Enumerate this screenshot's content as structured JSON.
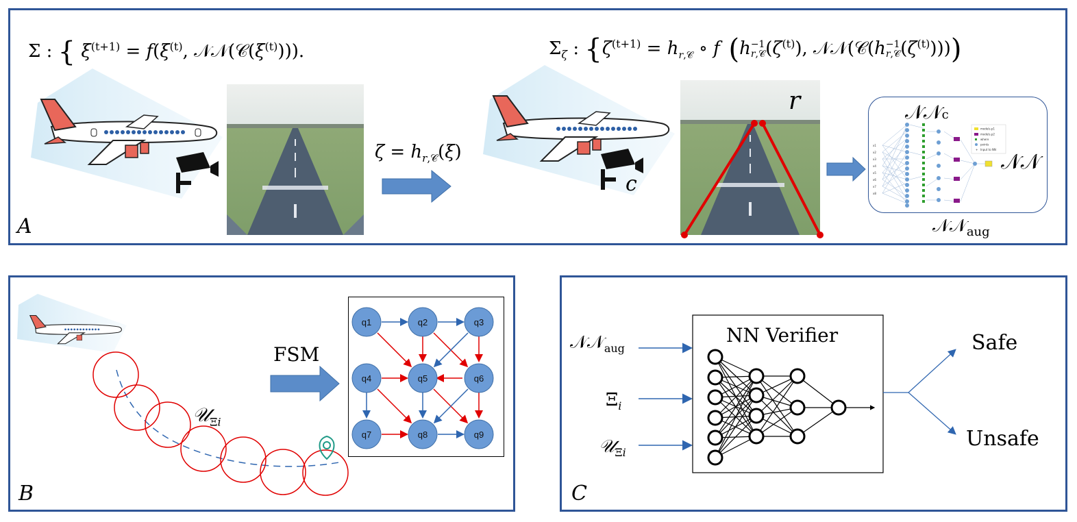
{
  "panel_a": {
    "letter": "A",
    "eq_left": "Σ : { ξ(t+1) = f(ξ(t), 𝒩𝒩(𝒞(ξ(t)))).",
    "eq_right": "Σζ : {ζ(t+1) = hr,𝒞 ∘ f (hr,𝒞−1(ζ(t)), 𝒩𝒩(𝒞(hr,𝒞−1(ζ(t)))))",
    "transform": "ζ = hr,𝒞(ξ)",
    "camera_label": "c",
    "runway_label": "r",
    "nn_c_label": "𝒩𝒩c",
    "nn_label": "𝒩𝒩",
    "nn_aug_label": "𝒩𝒩aug",
    "legend_items": [
      "models.p1",
      "models.p2",
      "where",
      "points",
      "Input to NN"
    ],
    "nn_inputs": [
      "x1",
      "x2",
      "x3",
      "x4",
      "x5",
      "x6",
      "x7",
      "x8"
    ]
  },
  "panel_b": {
    "letter": "B",
    "set_label": "𝒰Ξi",
    "fsm_label": "FSM",
    "states": [
      "q1",
      "q2",
      "q3",
      "q4",
      "q5",
      "q6",
      "q7",
      "q8",
      "q9"
    ]
  },
  "panel_c": {
    "letter": "C",
    "verifier_title": "NN  Verifier",
    "inputs": [
      "𝒩𝒩aug",
      "Ξi",
      "𝒰Ξi"
    ],
    "outputs": [
      "Safe",
      "Unsafe"
    ]
  },
  "colors": {
    "frame": "#2f5597",
    "arrow_fill": "#5b8cc9",
    "state_fill": "#6b9bd6",
    "red": "#e00000",
    "blue_edge": "#2f66b0"
  }
}
